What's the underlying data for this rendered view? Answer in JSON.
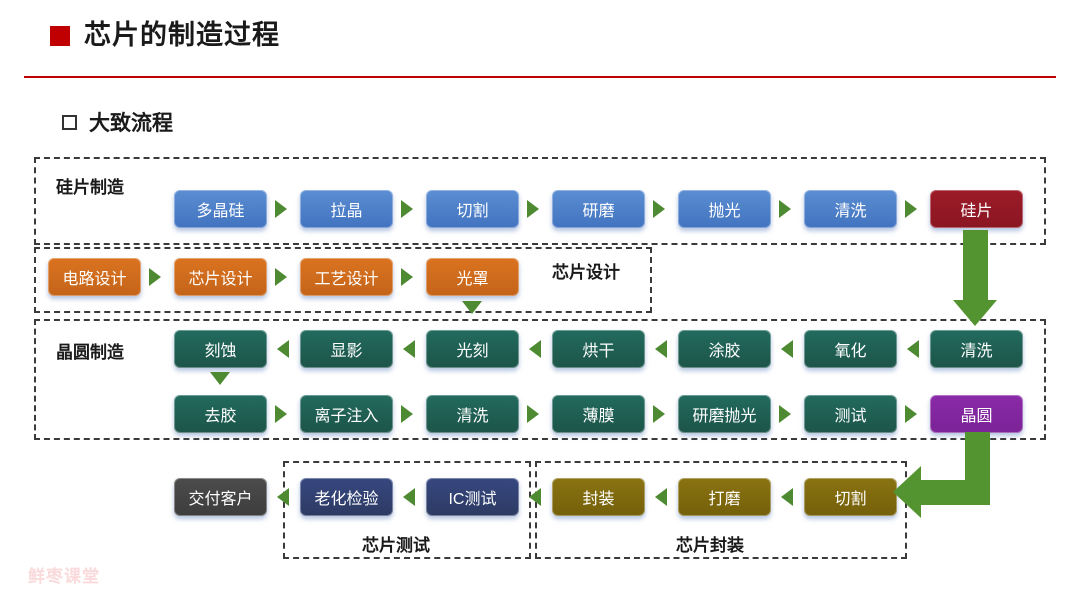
{
  "slide": {
    "title": "芯片的制造过程",
    "subheading": "大致流程",
    "watermark": "鲜枣课堂",
    "accent_color": "#C00000",
    "arrow_color": "#4E8A32",
    "thick_arrow_color": "#549430"
  },
  "groups": [
    {
      "id": "wafer-substrate",
      "label": "硅片制造"
    },
    {
      "id": "chip-design",
      "label": "芯片设计"
    },
    {
      "id": "wafer-fab",
      "label": "晶圆制造"
    },
    {
      "id": "chip-test",
      "label": "芯片测试"
    },
    {
      "id": "chip-package",
      "label": "芯片封装"
    }
  ],
  "rows": {
    "substrate": {
      "group_label": "硅片制造",
      "nodes": [
        {
          "label": "多晶硅",
          "color": "blue"
        },
        {
          "label": "拉晶",
          "color": "blue"
        },
        {
          "label": "切割",
          "color": "blue"
        },
        {
          "label": "研磨",
          "color": "blue"
        },
        {
          "label": "抛光",
          "color": "blue"
        },
        {
          "label": "清洗",
          "color": "blue"
        },
        {
          "label": "硅片",
          "color": "darkred"
        }
      ],
      "direction": "right"
    },
    "design": {
      "group_label": "芯片设计",
      "nodes": [
        {
          "label": "电路设计",
          "color": "orange"
        },
        {
          "label": "芯片设计",
          "color": "orange"
        },
        {
          "label": "工艺设计",
          "color": "orange"
        },
        {
          "label": "光罩",
          "color": "orange"
        }
      ],
      "direction": "right"
    },
    "fab_top": {
      "group_label": "晶圆制造",
      "nodes": [
        {
          "label": "刻蚀",
          "color": "green"
        },
        {
          "label": "显影",
          "color": "green"
        },
        {
          "label": "光刻",
          "color": "green"
        },
        {
          "label": "烘干",
          "color": "green"
        },
        {
          "label": "涂胶",
          "color": "green"
        },
        {
          "label": "氧化",
          "color": "green"
        },
        {
          "label": "清洗",
          "color": "green"
        }
      ],
      "direction": "left"
    },
    "fab_bottom": {
      "nodes": [
        {
          "label": "去胶",
          "color": "green"
        },
        {
          "label": "离子注入",
          "color": "green"
        },
        {
          "label": "清洗",
          "color": "green"
        },
        {
          "label": "薄膜",
          "color": "green"
        },
        {
          "label": "研磨抛光",
          "color": "green"
        },
        {
          "label": "测试",
          "color": "green"
        },
        {
          "label": "晶圆",
          "color": "purple"
        }
      ],
      "direction": "right"
    },
    "back_end": {
      "nodes": [
        {
          "label": "交付客户",
          "color": "gray"
        },
        {
          "label": "老化检验",
          "color": "navy"
        },
        {
          "label": "IC测试",
          "color": "navy"
        },
        {
          "label": "封装",
          "color": "olive"
        },
        {
          "label": "打磨",
          "color": "olive"
        },
        {
          "label": "切割",
          "color": "olive"
        }
      ],
      "direction": "left",
      "test_label": "芯片测试",
      "package_label": "芯片封装"
    }
  }
}
